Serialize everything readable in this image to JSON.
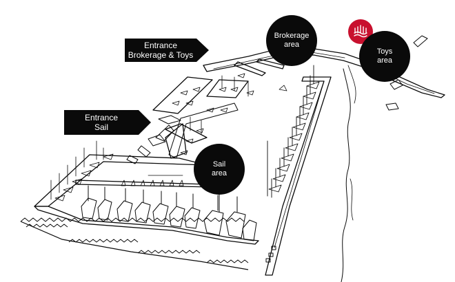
{
  "signs": {
    "entrance_brokerage": {
      "line1": "Entrance",
      "line2": "Brokerage & Toys"
    },
    "entrance_sail": {
      "line1": "Entrance",
      "line2": "Sail"
    }
  },
  "areas": {
    "brokerage": {
      "line1": "Brokerage",
      "line2": "area"
    },
    "toys": {
      "line1": "Toys",
      "line2": "area"
    },
    "sail": {
      "line1": "Sail",
      "line2": "area"
    }
  },
  "colors": {
    "ink": "#0a0a0a",
    "background": "#ffffff",
    "logo_red": "#c8102e",
    "label_text": "#ffffff"
  },
  "icons": {
    "logo": "wave-crown-logo"
  }
}
